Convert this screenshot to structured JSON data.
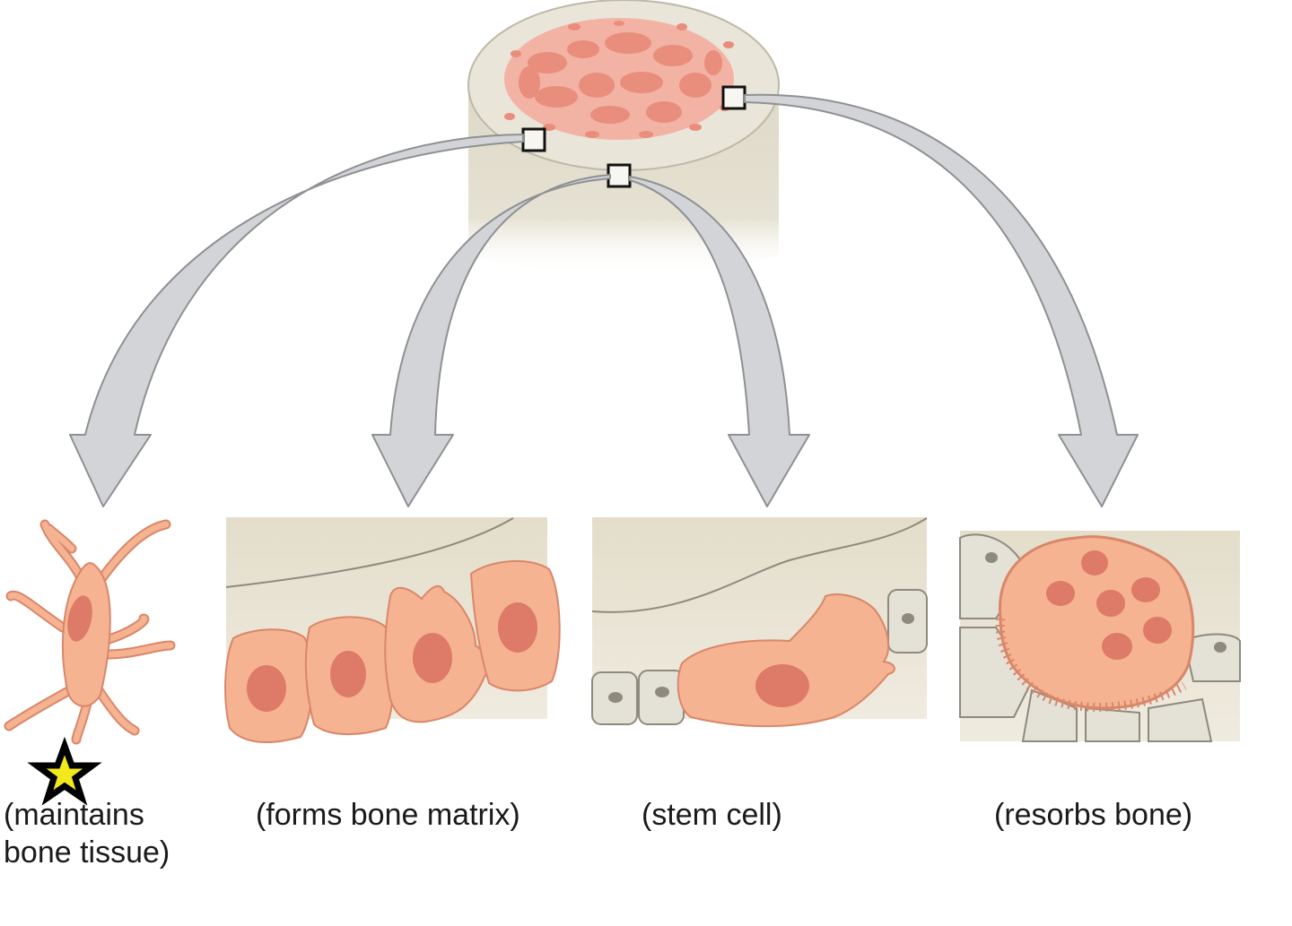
{
  "diagram": {
    "source": {
      "name": "bone-cross-section",
      "colors": {
        "compact_bone": "#e9e5d8",
        "spongy_bone": "#e98d7c",
        "spongy_bone_light": "#f2b3a4"
      }
    },
    "arrow_color": "#d3d4d7",
    "arrow_outline": "#8f9094",
    "cells": [
      {
        "id": "osteocyte",
        "caption_lines": [
          "(maintains",
          "bone tissue)"
        ],
        "marker": "star-icon"
      },
      {
        "id": "osteoblast",
        "caption_lines": [
          "(forms bone matrix)"
        ]
      },
      {
        "id": "osteogenic",
        "caption_lines": [
          "(stem cell)"
        ]
      },
      {
        "id": "osteoclast",
        "caption_lines": [
          "(resorbs bone)"
        ]
      }
    ],
    "colors": {
      "cell_fill": "#f5b391",
      "cell_stroke": "#d9876a",
      "nucleus": "#dd7a68",
      "matrix_bg": "#e7e3d4",
      "star_fill": "#f3e81b",
      "star_stroke": "#000000"
    }
  }
}
